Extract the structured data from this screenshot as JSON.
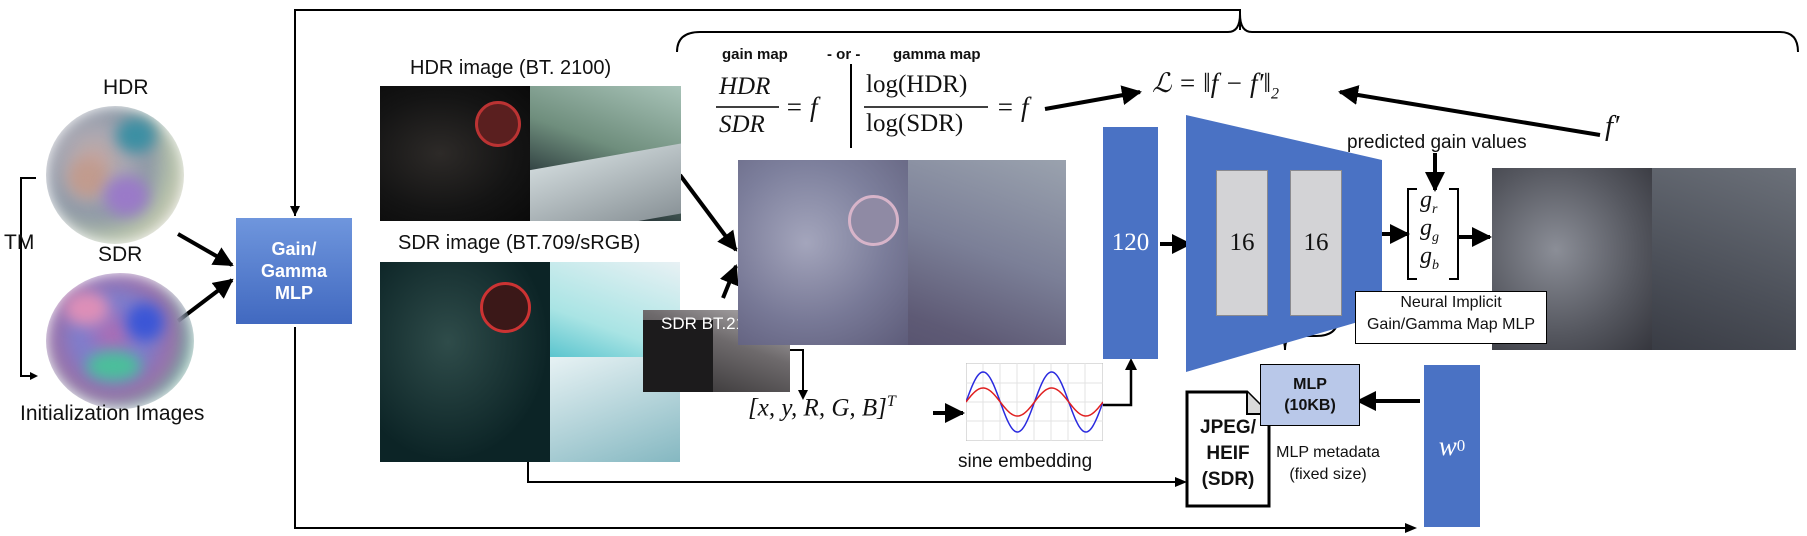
{
  "colors": {
    "accent_blue": "#4a72c4",
    "mlp_blue": "#5b8ad1",
    "light_blue": "#b9c8e9",
    "grey_block": "#d3d3d6"
  },
  "init": {
    "hdr_label": "HDR",
    "sdr_label": "SDR",
    "tm_label": "TM",
    "caption": "Initialization Images"
  },
  "gain_gamma_mlp": {
    "line1": "Gain/",
    "line2": "Gamma",
    "line3": "MLP"
  },
  "images": {
    "hdr_title": "HDR image (BT. 2100)",
    "sdr_title": "SDR image (BT.709/sRGB)",
    "sdr_bt2100": "SDR BT.2100"
  },
  "formula": {
    "gain_map_label": "gain map",
    "or_label": "- or -",
    "gamma_map_label": "gamma map",
    "gain_num": "HDR",
    "gain_den": "SDR",
    "eq_f": "= f",
    "gamma_num": "log(HDR)",
    "gamma_den": "log(SDR)",
    "loss": "ℒ =  ‖f − f′‖",
    "loss_sub": "2",
    "f_prime": "f′"
  },
  "network": {
    "input_dim": "120",
    "hidden_1": "16",
    "hidden_2": "16",
    "predicted_label": "predicted gain values",
    "g_r": "g",
    "g_r_sub": "r",
    "g_g": "g",
    "g_g_sub": "g",
    "g_b": "g",
    "g_b_sub": "b",
    "neural_line1": "Neural Implicit",
    "neural_line2": "Gain/Gamma Map MLP"
  },
  "encoding": {
    "vector": "[x, y, R, G, B]",
    "vector_sup": "T",
    "sine_label": "sine embedding"
  },
  "output": {
    "mlp_line1": "MLP",
    "mlp_line2": "(10KB)",
    "metadata_line1": "MLP metadata",
    "metadata_line2": "(fixed size)",
    "jpeg_line1": "JPEG/",
    "jpeg_line2": "HEIF",
    "jpeg_line3": "(SDR)",
    "w0": "w",
    "w0_sub": "0"
  }
}
